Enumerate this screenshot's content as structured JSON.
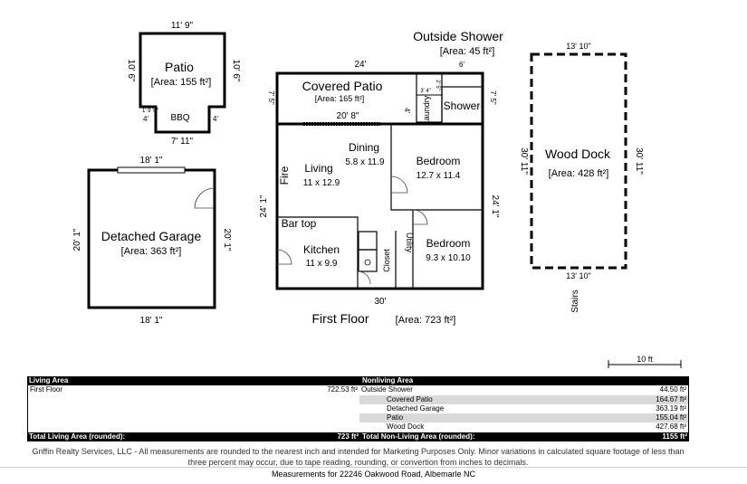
{
  "plan": {
    "patio": {
      "name": "Patio",
      "area": "[Area: 155 ft²]",
      "top": "11' 9\"",
      "left": "10' 6\"",
      "right": "10' 6\"",
      "bottom": "7' 11\"",
      "small_l": "4'",
      "small_r": "4'",
      "tiny": "1' 9 ¼\"",
      "bbq": "BBQ"
    },
    "garage": {
      "name": "Detached Garage",
      "area": "[Area: 363 ft²]",
      "top": "18' 1\"",
      "bottom": "18' 1\"",
      "left": "20' 1\"",
      "right": "20' 1\""
    },
    "shower": {
      "title": "Outside Shower",
      "area": "[Area: 45 ft²]",
      "width": "6'",
      "height": "7' 5\"",
      "label": "Shower"
    },
    "covered": {
      "name": "Covered Patio",
      "area": "[Area: 165 ft²]",
      "top": "24'",
      "left": "7' 5\"",
      "inner": "20' 8\"",
      "laundry": "Laundry",
      "d1": "3' 4\"",
      "d2": "2' 5\"",
      "d3": "4'"
    },
    "floor": {
      "title": "First Floor",
      "area": "[Area: 723 ft²]",
      "bottom": "30'",
      "left": "24' 1\"",
      "right": "24' 1\"",
      "dining": "Dining",
      "dining_dim": "5.8 x 11.9",
      "living": "Living",
      "living_dim": "11 x 12.9",
      "fire": "Fire",
      "bedroom1": "Bedroom",
      "bedroom1_dim": "12.7 x 11.4",
      "bartop": "Bar top",
      "kitchen": "Kitchen",
      "kitchen_dim": "11 x 9.9",
      "bedroom2": "Bedroom",
      "bedroom2_dim": "9.3 x 10.10",
      "closet": "Closet",
      "utility": "Utility"
    },
    "dock": {
      "name": "Wood Dock",
      "area": "[Area: 428 ft²]",
      "top": "13' 10\"",
      "bottom": "13' 10\"",
      "left": "30' 11\"",
      "right": "30' 11\"",
      "stairs": "Stairs"
    },
    "scale": "10 ft"
  },
  "table": {
    "living_header": "Living Area",
    "nonliving_header": "Nonliving Area",
    "living_rows": [
      {
        "name": "First Floor",
        "value": "722.53 ft²"
      }
    ],
    "nonliving_rows": [
      {
        "name": "Outside Shower",
        "value": "44.50 ft²"
      },
      {
        "name": "Covered Patio",
        "value": "164.67 ft²"
      },
      {
        "name": "Detached Garage",
        "value": "363.19 ft²"
      },
      {
        "name": "Patio",
        "value": "155.04 ft²"
      },
      {
        "name": "Wood Dock",
        "value": "427.68 ft²"
      }
    ],
    "total_living_label": "Total Living Area (rounded):",
    "total_living_value": "723 ft²",
    "total_nonliving_label": "Total Non-Living Area (rounded):",
    "total_nonliving_value": "1155 ft²"
  },
  "disclaimer": "Griffin Realty Services, LLC - All measurements are rounded to the nearest inch and intended for Marketing Purposes Only. Minor variations in calculated square footage of less than three percent may occur, due to tape reading, rounding, or convertion from inches to decimals.",
  "footer": "Measurements for 22246 Oakwood Road, Albemarle NC"
}
